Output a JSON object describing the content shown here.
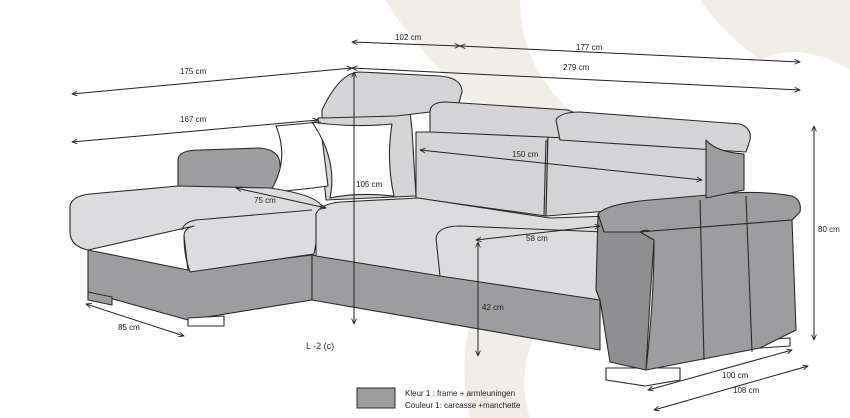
{
  "colors": {
    "frame": "#9d9d9f",
    "frame_dark": "#8f8f91",
    "seat": "#d4d4d6",
    "seat_light": "#dcdcde",
    "pillow": "#ffffff",
    "watermark": "#f1ede8",
    "outline": "#2b2b2b"
  },
  "dimensions": {
    "d102": "102 cm",
    "d177": "177 cm",
    "d175": "175 cm",
    "d279": "279 cm",
    "d167": "167 cm",
    "d150": "150 cm",
    "d105": "105 cm",
    "d75": "75 cm",
    "d58": "58 cm",
    "d80": "80 cm",
    "d42": "42 cm",
    "d85": "85 cm",
    "d100": "100 cm",
    "d108": "108 cm"
  },
  "model_label": "L -2 (c)",
  "legend": {
    "line1": "Kleur 1 : frame + armleuningen",
    "line2": "Couleur 1: carcasse +manchette"
  }
}
